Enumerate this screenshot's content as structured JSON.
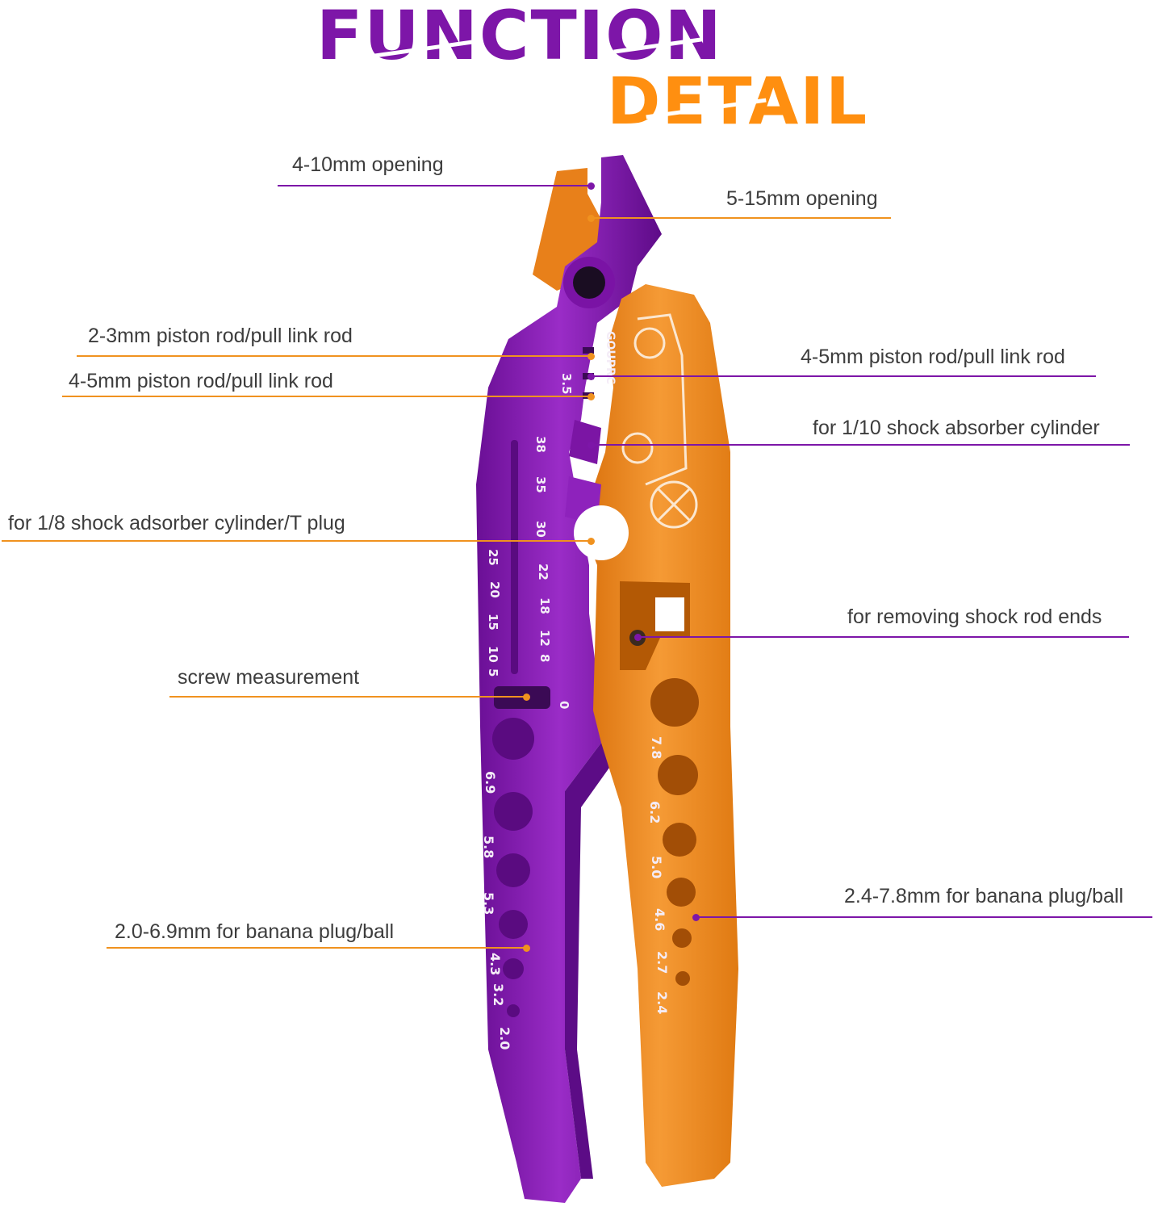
{
  "title": {
    "line1": "FUNCTION",
    "line2": "DETAIL"
  },
  "colors": {
    "purple": "#7d16a8",
    "orange": "#ff8f10",
    "text": "#3d3d3d"
  },
  "brand": "GOUPRC",
  "callouts": [
    {
      "id": "opening-4-10",
      "text": "4-10mm opening",
      "color": "purple"
    },
    {
      "id": "opening-5-15",
      "text": "5-15mm opening",
      "color": "orange"
    },
    {
      "id": "rod-2-3",
      "text": "2-3mm piston rod/pull link rod",
      "color": "orange"
    },
    {
      "id": "rod-4-5-right",
      "text": "4-5mm piston rod/pull link rod",
      "color": "purple"
    },
    {
      "id": "rod-4-5-left",
      "text": "4-5mm piston rod/pull link rod",
      "color": "orange"
    },
    {
      "id": "shock-1-10",
      "text": "for 1/10 shock absorber cylinder",
      "color": "purple"
    },
    {
      "id": "shock-1-8",
      "text": "for 1/8 shock adsorber cylinder/T plug",
      "color": "orange"
    },
    {
      "id": "shock-rod-ends",
      "text": "for removing shock rod ends",
      "color": "purple"
    },
    {
      "id": "screw-measure",
      "text": "screw measurement",
      "color": "orange"
    },
    {
      "id": "banana-right",
      "text": "2.4-7.8mm for banana plug/ball",
      "color": "purple"
    },
    {
      "id": "banana-left",
      "text": "2.0-6.9mm for banana plug/ball",
      "color": "orange"
    }
  ],
  "tool_markings": {
    "jaw": "3.5",
    "ruler": [
      "38",
      "35",
      "30",
      "25",
      "22",
      "20",
      "18",
      "15",
      "12",
      "10",
      "8",
      "5",
      "0"
    ],
    "left_holes": [
      "6.9",
      "5.8",
      "5.3",
      "4.3",
      "3.2",
      "2.0"
    ],
    "right_holes": [
      "7.8",
      "6.2",
      "5.0",
      "4.6",
      "2.7",
      "2.4"
    ]
  }
}
